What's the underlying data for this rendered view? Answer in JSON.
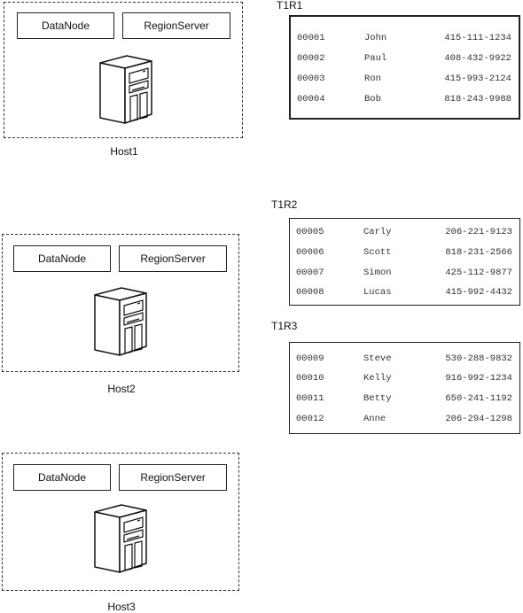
{
  "hosts": [
    {
      "label": "Host1",
      "datanode_label": "DataNode",
      "regionserver_label": "RegionServer"
    },
    {
      "label": "Host2",
      "datanode_label": "DataNode",
      "regionserver_label": "RegionServer"
    },
    {
      "label": "Host3",
      "datanode_label": "DataNode",
      "regionserver_label": "RegionServer"
    }
  ],
  "regions": [
    {
      "title": "T1R1",
      "rows": [
        {
          "id": "00001",
          "name": "John",
          "phone": "415-111-1234"
        },
        {
          "id": "00002",
          "name": "Paul",
          "phone": "408-432-9922"
        },
        {
          "id": "00003",
          "name": "Ron",
          "phone": "415-993-2124"
        },
        {
          "id": "00004",
          "name": "Bob",
          "phone": "818-243-9988"
        }
      ]
    },
    {
      "title": "T1R2",
      "rows": [
        {
          "id": "00005",
          "name": "Carly",
          "phone": "206-221-9123"
        },
        {
          "id": "00006",
          "name": "Scott",
          "phone": "818-231-2566"
        },
        {
          "id": "00007",
          "name": "Simon",
          "phone": "425-112-9877"
        },
        {
          "id": "00008",
          "name": "Lucas",
          "phone": "415-992-4432"
        }
      ]
    },
    {
      "title": "T1R3",
      "rows": [
        {
          "id": "00009",
          "name": "Steve",
          "phone": "530-288-9832"
        },
        {
          "id": "00010",
          "name": "Kelly",
          "phone": "916-992-1234"
        },
        {
          "id": "00011",
          "name": "Betty",
          "phone": "650-241-1192"
        },
        {
          "id": "00012",
          "name": "Anne",
          "phone": "206-294-1298"
        }
      ]
    }
  ]
}
